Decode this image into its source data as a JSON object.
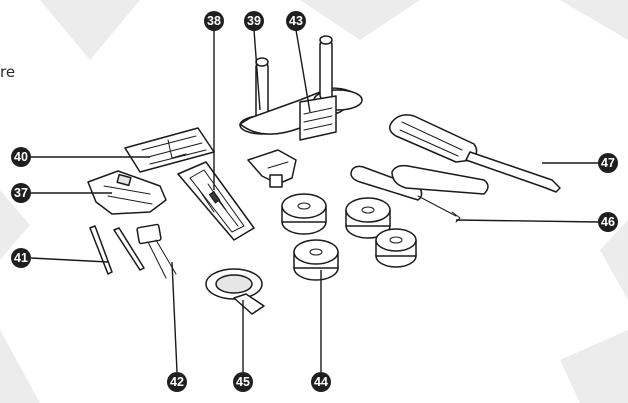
{
  "fragment_text": "re",
  "callouts": {
    "c37": "37",
    "c38": "38",
    "c39": "39",
    "c40": "40",
    "c41": "41",
    "c42": "42",
    "c43": "43",
    "c44": "44",
    "c45": "45",
    "c46": "46",
    "c47": "47"
  }
}
